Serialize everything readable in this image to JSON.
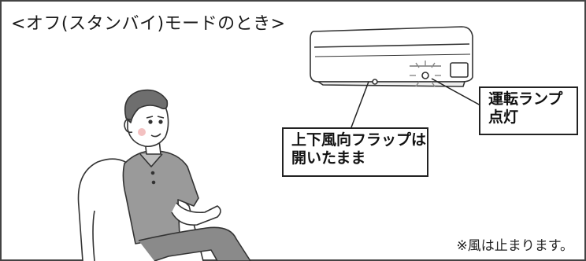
{
  "title": "<オフ(スタンバイ)モードのとき>",
  "callouts": {
    "lamp": {
      "line1": "運転ランプ",
      "line2": "点灯"
    },
    "flap": {
      "line1": "上下風向フラップは",
      "line2": "開いたまま"
    }
  },
  "note": "※風は止まります。",
  "icons": [
    "air-conditioner-icon",
    "person-on-sofa-icon",
    "lamp-light-icon"
  ]
}
